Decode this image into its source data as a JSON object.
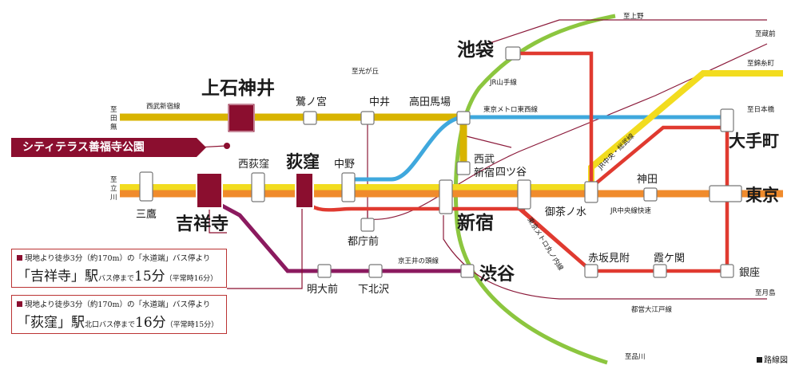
{
  "map": {
    "banner_label": "シティテラス善福寺公園",
    "legend_label": "路線図",
    "colors": {
      "seibu_shinjuku": "#d8b400",
      "chuo_rapid": "#f08b2c",
      "chuo_sobu": "#f2dc1f",
      "marunouchi": "#e03a30",
      "tozai": "#3fa8dd",
      "yamanote": "#8cc63f",
      "inokashira": "#8b1a5f",
      "oedo": "#8b1a3a",
      "accent": "#8b0e2f"
    },
    "stations": {
      "kamishakujii": "上石神井",
      "saginomiya": "鷺ノ宮",
      "nakai": "中井",
      "takadanobaba": "高田馬場",
      "ikebukuro": "池袋",
      "seibu_shinjuku": "西武\n新宿",
      "nishiogikubo": "西荻窪",
      "ogikubo": "荻窪",
      "nakano": "中野",
      "yotsuya": "四ツ谷",
      "kanda": "神田",
      "otemachi": "大手町",
      "tokyo": "東京",
      "mitaka": "三鷹",
      "kichijoji": "吉祥寺",
      "tochomae": "都庁前",
      "shinjuku": "新宿",
      "ochanomizu": "御茶ノ水",
      "akasakamitsuke": "赤坂見附",
      "kasumigaseki": "霞ケ関",
      "ginza": "銀座",
      "meidaimae": "明大前",
      "shimokitazawa": "下北沢",
      "shibuya": "渋谷"
    },
    "line_labels": {
      "seibu_shinjuku_line": "西武新宿線",
      "jr_yamanote": "JR山手線",
      "tozai": "東京メトロ東西線",
      "chuo_sobu": "JR中央・総武線",
      "chuo_rapid": "JR中央線快速",
      "inokashira": "京王井の頭線",
      "marunouchi": "東京メトロ丸ノ内線",
      "oedo": "都営大江戸線"
    },
    "direction_labels": {
      "to_tanashi": "至\n田\n無",
      "to_tachikawa": "至\n立\n川",
      "to_hikarigaoka": "至光が丘",
      "to_ueno": "至上野",
      "to_kuramae": "至蔵前",
      "to_kinshicho": "至錦糸町",
      "to_nihombashi": "至日本橋",
      "to_tsukishima": "至月島",
      "to_shinagawa": "至品川"
    },
    "access_info": [
      {
        "line1": "現地より徒歩3分（約170m）の「水道端」バス停より",
        "station_name": "「吉祥寺」駅",
        "bus_stop": "バス停まで",
        "minutes": "15分",
        "normal": "（平常時16分）"
      },
      {
        "line1": "現地より徒歩3分（約170m）の「水道端」バス停より",
        "station_name": "「荻窪」駅",
        "bus_stop": "北口バス停まで",
        "minutes": "16分",
        "normal": "（平常時15分）"
      }
    ]
  }
}
